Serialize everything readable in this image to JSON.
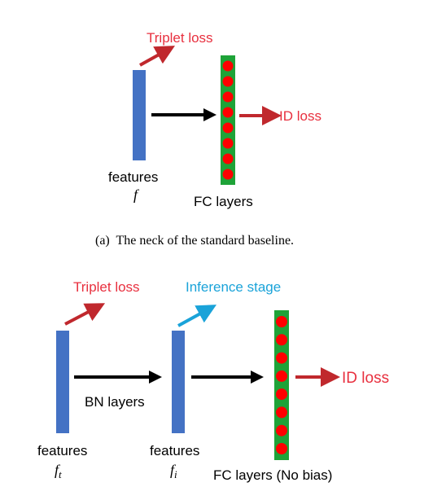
{
  "colors": {
    "feature_bar": "#4472C4",
    "fc_bar": "#1EA338",
    "fc_node": "#FF0000",
    "triplet_text": "#E8303F",
    "triplet_arrow": "#C0282D",
    "inference_text": "#1AA3D9",
    "inference_arrow": "#1AA3D9",
    "id_arrow": "#C0282D",
    "black_arrow": "#000000",
    "text": "#000000"
  },
  "panel_a": {
    "triplet_loss": "Triplet loss",
    "id_loss": "ID loss",
    "features_label": "features",
    "features_symbol": "f",
    "fc_label": "FC layers",
    "caption": "(a)  The neck of the standard baseline."
  },
  "panel_b": {
    "triplet_loss": "Triplet loss",
    "inference_stage": "Inference stage",
    "id_loss": "ID loss",
    "bn_label": "BN layers",
    "features_t_label": "features",
    "features_t_symbol": "f",
    "features_t_sub": "t",
    "features_i_label": "features",
    "features_i_symbol": "f",
    "features_i_sub": "i",
    "fc_label": "FC layers (No bias)"
  }
}
